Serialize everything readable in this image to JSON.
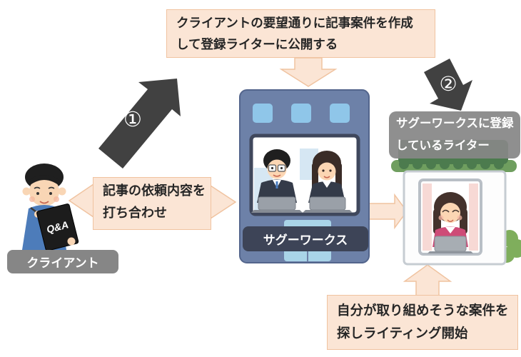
{
  "boxes": {
    "top": {
      "line1": "クライアントの要望通りに記事案件を作成",
      "line2": "して登録ライターに公開する"
    },
    "meeting": {
      "line1": "記事の依頼内容を",
      "line2": "打ち合わせ"
    },
    "bottom": {
      "line1": "自分が取り組めそうな案件を",
      "line2": "探しライティング開始"
    }
  },
  "labels": {
    "step1": "①",
    "step2": "②",
    "client": "クライアント",
    "company": "サグーワークス",
    "writer_line1": "サグーワークスに登録",
    "writer_line2": "しているライター",
    "tablet": "Q&A"
  },
  "colors": {
    "peach_fill": "#fbe5d5",
    "peach_border": "#f0c3a0",
    "dark_arrow": "#414141",
    "gray_label": "#868686",
    "navy_label": "#3d4457",
    "text_dark": "#262626",
    "building_body": "#6d81a8",
    "building_window": "#8fc6e9",
    "house_roof": "#4c7b4e",
    "house_fascia": "#6f9e5f"
  }
}
